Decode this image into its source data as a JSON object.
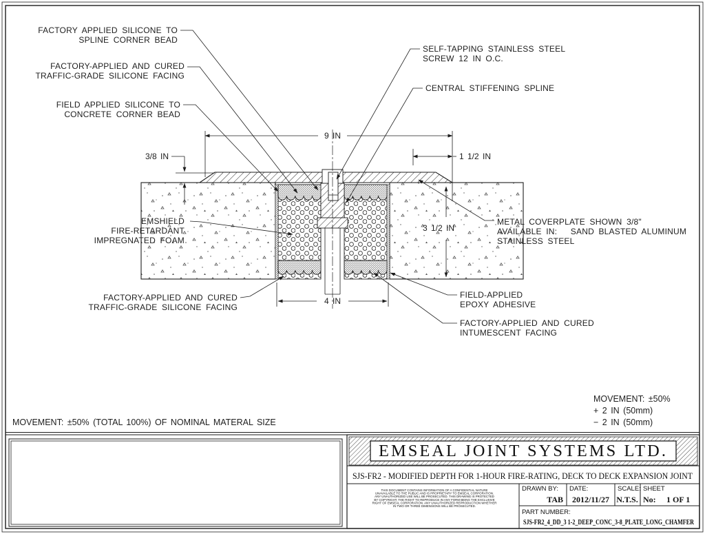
{
  "annotations": {
    "silicone_spline_bead": {
      "lines": [
        "FACTORY APPLIED SILICONE TO",
        "SPLINE CORNER BEAD"
      ]
    },
    "silicone_facing_top": {
      "lines": [
        "FACTORY-APPLIED AND CURED",
        "TRAFFIC-GRADE SILICONE FACING"
      ]
    },
    "field_silicone_concrete": {
      "lines": [
        "FIELD APPLIED SILICONE TO",
        "CONCRETE CORNER BEAD"
      ]
    },
    "screw": {
      "lines": [
        "SELF-TAPPING STAINLESS STEEL",
        "SCREW 12 IN O.C."
      ]
    },
    "spline": {
      "lines": [
        "CENTRAL STIFFENING SPLINE"
      ]
    },
    "foam": {
      "lines": [
        "EMSHIELD",
        "FIRE-RETARDANT",
        "IMPREGNATED FOAM"
      ]
    },
    "coverplate": {
      "lines": [
        "METAL COVERPLATE SHOWN 3/8\"",
        "AVAILABLE IN:   SAND BLASTED ALUMINUM",
        "STAINLESS STEEL"
      ]
    },
    "silicone_facing_bottom": {
      "lines": [
        "FACTORY-APPLIED AND CURED",
        "TRAFFIC-GRADE SILICONE FACING"
      ]
    },
    "epoxy": {
      "lines": [
        "FIELD-APPLIED",
        "EPOXY ADHESIVE"
      ]
    },
    "intumescent": {
      "lines": [
        "FACTORY-APPLIED AND CURED",
        "INTUMESCENT FACING"
      ]
    }
  },
  "dimensions": {
    "plate_width": "9 IN",
    "plate_thickness": "3/8 IN",
    "edge_overlap": "1 1/2 IN",
    "foam_depth": "3 1/2 IN",
    "joint_width": "4 IN"
  },
  "movement_note_left": "MOVEMENT: ±50% (TOTAL 100%) OF NOMINAL MATERAL SIZE",
  "movement_note_right": {
    "lines": [
      "MOVEMENT: ±50%",
      "+ 2 IN (50mm)",
      "− 2 IN (50mm)"
    ]
  },
  "title_block": {
    "company": "EMSEAL JOINT SYSTEMS LTD.",
    "drawing_title": "SJS-FR2 - MODIFIED DEPTH FOR 1-HOUR FIRE-RATING, DECK TO DECK EXPANSION JOINT",
    "disclaimer": {
      "lines": [
        "THIS DOCUMENT CONTAINS INFORMATION OF A CONFIDENTIAL NATURE",
        "UNAVAILABLE TO THE PUBLIC AND IS PROPRIETARY TO EMSEAL CORPORATION.",
        "ANY UNAUTHORIZED USE WILL BE PROSECUTED. THIS DRAWING IS PROTECTED",
        "BY COPYRIGHT, THE RIGHT TO REPRODUCE IN ANY FORM BEING THE EXCLUSIVE",
        "RIGHT OF EMSEAL CORPORATION. ANY UNAUTHORIZED REPRODUCTION WHETHER",
        "IN TWO OR THREE DIMENSIONS WILL BE PROSECUTED."
      ]
    },
    "drawn_by_label": "DRAWN BY:",
    "drawn_by": "TAB",
    "date_label": "DATE:",
    "date": "2012/11/27",
    "scale_label": "SCALE:",
    "scale": "N.T.S.",
    "sheet_label": "SHEET",
    "sheet_no_label": "No:",
    "sheet": "1 OF 1",
    "part_number_label": "PART NUMBER:",
    "part_number": "SJS-FR2_4_DD_3 1-2_DEEP_CONC_3-8_PLATE_LONG_CHAMFER"
  },
  "colors": {
    "line": "#1d1d1d",
    "paper": "#ffffff"
  }
}
